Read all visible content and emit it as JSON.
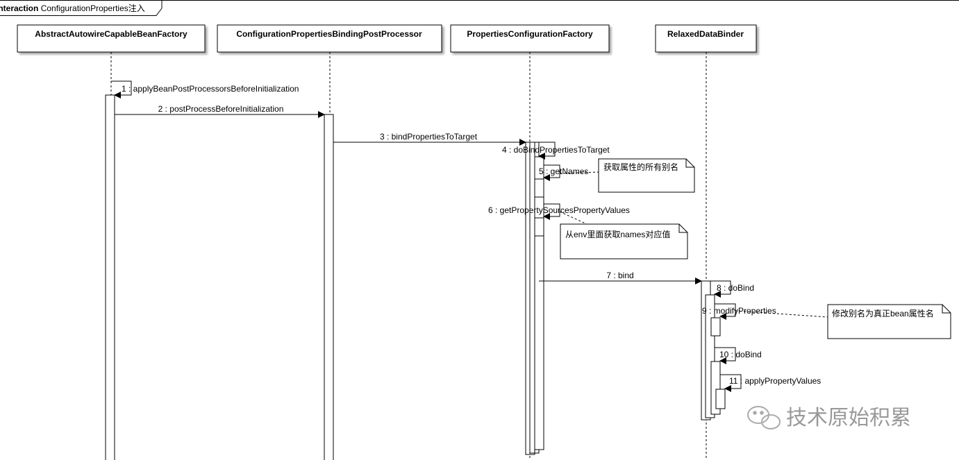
{
  "frame": {
    "keyword": "Interaction",
    "title": "ConfigurationProperties注入"
  },
  "lifelines": [
    {
      "name": "AbstractAutowireCapableBeanFactory"
    },
    {
      "name": "ConfigurationPropertiesBindingPostProcessor"
    },
    {
      "name": "PropertiesConfigurationFactory"
    },
    {
      "name": "RelaxedDataBinder"
    }
  ],
  "messages": [
    {
      "label": "1 : applyBeanPostProcessorsBeforeInitialization"
    },
    {
      "label": "2 : postProcessBeforeInitialization"
    },
    {
      "label": "3 : bindPropertiesToTarget"
    },
    {
      "label": "4 : doBindPropertiesToTarget"
    },
    {
      "label": "5 : getNames"
    },
    {
      "label": "6 : getPropertySourcesPropertyValues"
    },
    {
      "label": "7 : bind"
    },
    {
      "label": "8 : doBind"
    },
    {
      "label": "9 : modifyProperties"
    },
    {
      "label": "10 : doBind"
    },
    {
      "label": "11 : applyPropertyValues"
    }
  ],
  "notes": [
    {
      "text": "获取属性的所有别名"
    },
    {
      "text": "从env里面获取names对应值"
    },
    {
      "text": "修改别名为真正bean属性名"
    }
  ],
  "watermark": {
    "text": "技术原始积累",
    "icon": "wechat-icon"
  }
}
